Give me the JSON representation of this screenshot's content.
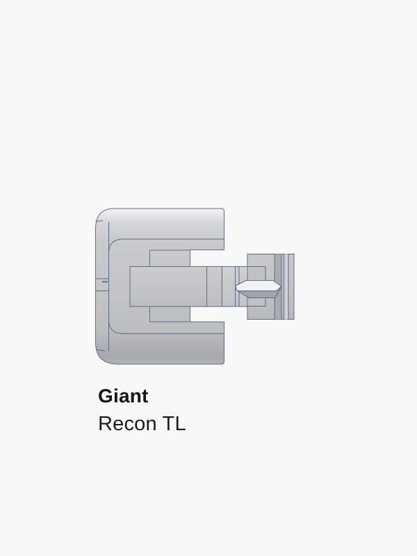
{
  "page": {
    "background_color": "#f8f8f9"
  },
  "product_card": {
    "brand": "Giant",
    "model": "Recon TL",
    "image": {
      "alt": "Side-view technical CAD render of a Giant Recon TL mount: rounded C-shaped clamp body with a stepped arm extending right into a T-slot connector plate",
      "body_fill": "#c6c7ca",
      "outline_color": "#5c6b80",
      "highlight_color": "#f0f2f4",
      "shadow_color": "#a2a5ac"
    }
  }
}
